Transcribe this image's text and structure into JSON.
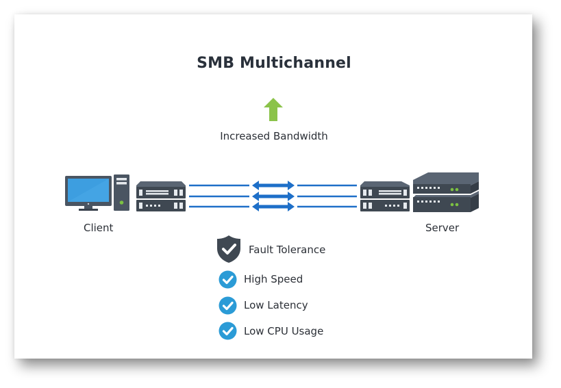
{
  "diagram": {
    "title": "SMB Multichannel",
    "bandwidth_label": "Increased Bandwidth",
    "client_label": "Client",
    "server_label": "Server",
    "channel_count": 3,
    "features": [
      {
        "icon": "shield-check-icon",
        "label": "Fault Tolerance"
      },
      {
        "icon": "check-circle-icon",
        "label": "High Speed"
      },
      {
        "icon": "check-circle-icon",
        "label": "Low Latency"
      },
      {
        "icon": "check-circle-icon",
        "label": "Low CPU Usage"
      }
    ],
    "colors": {
      "title": "#2a313b",
      "arrow_up": "#8bc34a",
      "channel": "#1e6fc8",
      "device": "#4a5562",
      "screen": "#3d9ee0",
      "check": "#2b9bd6",
      "shield": "#3f4852",
      "led": "#7cc242"
    }
  }
}
